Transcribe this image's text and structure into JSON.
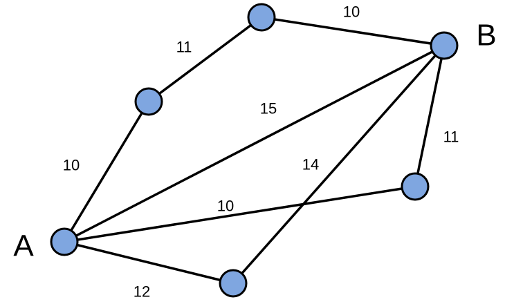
{
  "graph": {
    "node_fill": "#7fa6e0",
    "node_stroke": "#000000",
    "edge_color": "#000000",
    "nodes": [
      {
        "id": "A",
        "label": "A"
      },
      {
        "id": "B",
        "label": "B"
      },
      {
        "id": "n1",
        "label": ""
      },
      {
        "id": "n2",
        "label": ""
      },
      {
        "id": "n3",
        "label": ""
      },
      {
        "id": "n4",
        "label": ""
      }
    ],
    "edges": [
      {
        "from": "A",
        "to": "n2",
        "weight": "10"
      },
      {
        "from": "n2",
        "to": "n1",
        "weight": "11"
      },
      {
        "from": "n1",
        "to": "B",
        "weight": "10"
      },
      {
        "from": "A",
        "to": "B",
        "weight": "15"
      },
      {
        "from": "n4",
        "to": "B",
        "weight": "14"
      },
      {
        "from": "n3",
        "to": "B",
        "weight": "11"
      },
      {
        "from": "A",
        "to": "n3",
        "weight": "10"
      },
      {
        "from": "A",
        "to": "n4",
        "weight": "12"
      }
    ]
  }
}
